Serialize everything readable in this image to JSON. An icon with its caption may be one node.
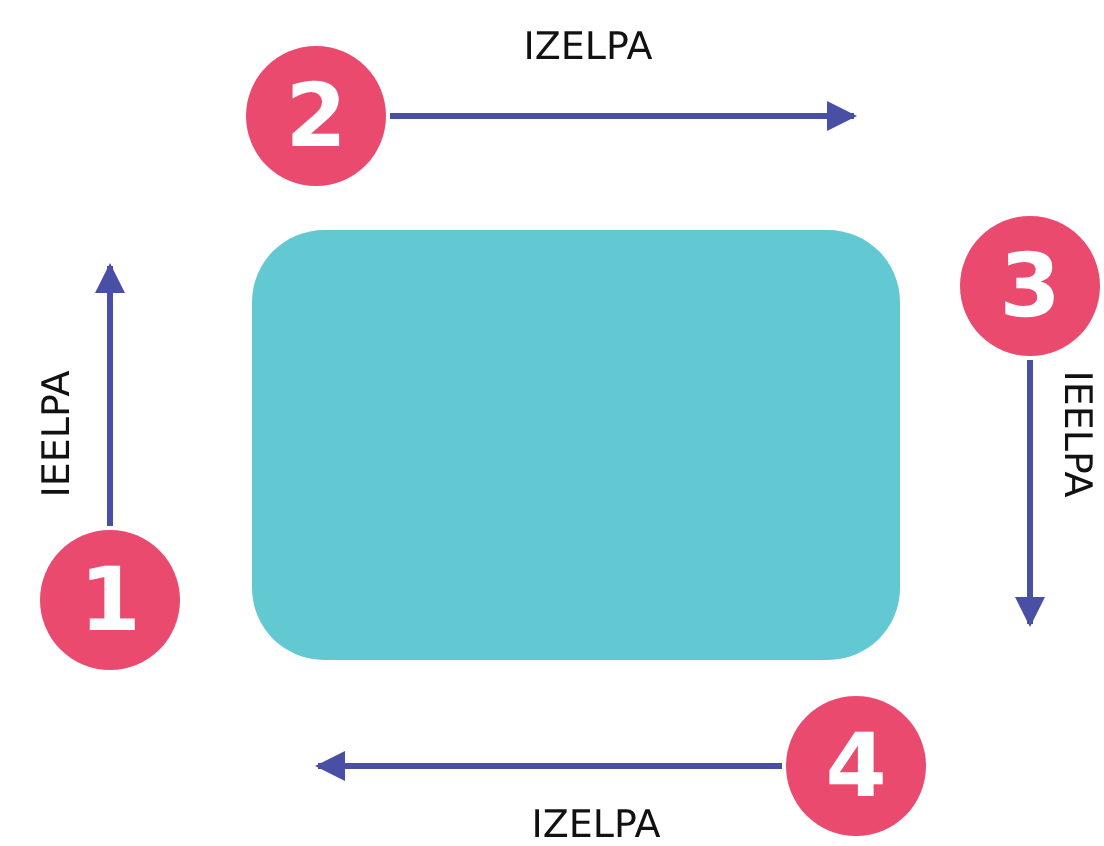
{
  "diagram": {
    "nodes": [
      {
        "text": [],
        "shape": "box"
      },
      {
        "text": [
          "1"
        ]
      },
      {
        "text": [
          "2"
        ]
      },
      {
        "text": [
          "3"
        ]
      },
      {
        "text": [
          "4"
        ]
      }
    ],
    "edges": [
      {
        "from": 1,
        "to": null,
        "arrow": "to",
        "label": "IEELPA"
      },
      {
        "from": 2,
        "to": null,
        "arrow": "to",
        "label": "IZELPA"
      },
      {
        "from": 3,
        "to": null,
        "arrow": "to",
        "label": "IEELPA"
      },
      {
        "from": 4,
        "to": null,
        "arrow": "to",
        "label": "IZELPA"
      }
    ]
  }
}
